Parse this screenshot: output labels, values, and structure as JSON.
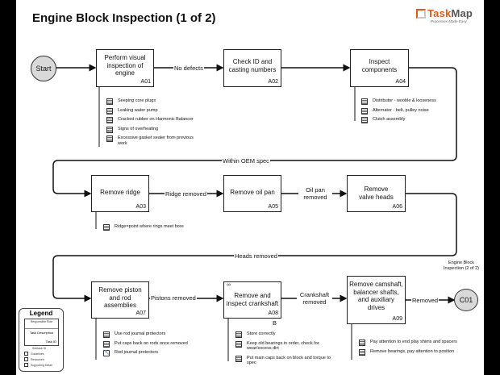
{
  "title": "Engine Block Inspection (1 of 2)",
  "logo": {
    "name_a": "Task",
    "name_b": "Map",
    "tagline": "Processes Made Easy",
    "accent": "#e05a1c"
  },
  "start": {
    "label": "Start"
  },
  "end": {
    "label": "C01",
    "ref_text": "Engine Block Inspection (2 of 2)"
  },
  "tasks": [
    {
      "label": "Perform visual inspection of engine",
      "id": "A01"
    },
    {
      "label": "Check ID and casting numbers",
      "id": "A02"
    },
    {
      "label": "Inspect components",
      "id": "A04"
    },
    {
      "label": "Remove ridge",
      "id": "A03"
    },
    {
      "label": "Remove oil pan",
      "id": "A05"
    },
    {
      "label": "Remove valve heads",
      "id": "A06"
    },
    {
      "label": "Remove piston and rod assemblies",
      "id": "A07"
    },
    {
      "label": "Remove and inspect crankshaft",
      "id": "A08",
      "below": "B"
    },
    {
      "label": "Remove camshaft, balancer shafts, and auxiliary drives",
      "id": "A09"
    }
  ],
  "edges": {
    "no_defects": "No defects",
    "within_oem": "Within OEM spec",
    "ridge_removed": "Ridge removed",
    "oil_pan_removed": "Oil pan removed",
    "heads_removed": "Heads removed",
    "pistons_removed": "Pistons removed",
    "crankshaft_removed": "Crankshaft removed",
    "removed": "Removed"
  },
  "notes": {
    "a01": [
      "Seeping core plugs",
      "Leaking water pump",
      "Cracked rubber on Harmonic Balancer",
      "Signs of overheating",
      "Excessive gasket sealer from previous work"
    ],
    "a04": [
      "Distributor - wooble & looseness",
      "Alternator - belt, pulley noise",
      "Clutch assembly"
    ],
    "a03": [
      "Ridge=point where rings meet bore"
    ],
    "a07": [
      "Use rod journal protectors",
      "Put caps back on rods once removed",
      "Rod journal protectors"
    ],
    "a08": [
      "Store correctly",
      "Keep old bearings in order, check for wear/excess dirt",
      "Put main caps back on block and torque to spec"
    ],
    "a09": [
      "Pay attention to end play shims and spacers",
      "Remove bearings, pay attention to position"
    ]
  },
  "legend": {
    "title": "Legend",
    "box_top": "Responsible Role",
    "box_desc": "Task Description",
    "box_id": "Task ID",
    "subtask": "Subtask ID",
    "rows": [
      "Guidelines",
      "Resources",
      "Supporting Detail"
    ]
  }
}
